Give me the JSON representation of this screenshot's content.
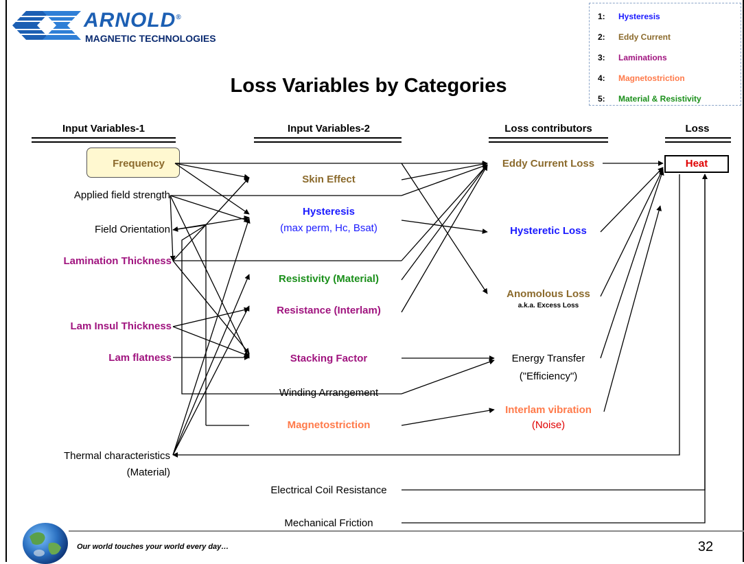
{
  "logo": {
    "name": "ARNOLD",
    "registered": "®",
    "subtitle": "MAGNETIC TECHNOLOGIES"
  },
  "title": "Loss Variables by Categories",
  "legend": [
    {
      "num": "1:",
      "label": "Hysteresis",
      "color": "#1a1aff"
    },
    {
      "num": "2:",
      "label": "Eddy Current",
      "color": "#8b6a2c"
    },
    {
      "num": "3:",
      "label": "Laminations",
      "color": "#a0147f"
    },
    {
      "num": "4:",
      "label": "Magnetostriction",
      "color": "#ff7a4a"
    },
    {
      "num": "5:",
      "label": "Material & Resistivity",
      "color": "#1a8f1a"
    }
  ],
  "headers": {
    "input1": "Input Variables-1",
    "input2": "Input Variables-2",
    "contributors": "Loss contributors",
    "loss": "Loss"
  },
  "input1": {
    "frequency": "Frequency",
    "applied_field": "Applied field strength",
    "field_orientation": "Field Orientation",
    "lamination_thickness": "Lamination Thickness",
    "lam_insul_thickness": "Lam Insul Thickness",
    "lam_flatness": "Lam flatness",
    "thermal_line1": "Thermal characteristics",
    "thermal_line2": "(Material)"
  },
  "input2": {
    "skin_effect": "Skin Effect",
    "hysteresis": "Hysteresis",
    "hysteresis_sub": "(max perm, Hc, Bsat)",
    "resistivity": "Resistivity (Material)",
    "resistance": "Resistance (Interlam)",
    "stacking_factor": "Stacking Factor",
    "winding_arrangement": "Winding Arrangement",
    "magnetostriction": "Magnetostriction",
    "electrical_coil": "Electrical Coil Resistance",
    "mechanical_friction": "Mechanical Friction"
  },
  "contributors": {
    "eddy_current_loss": "Eddy Current Loss",
    "hysteretic_loss": "Hysteretic Loss",
    "anomolous_loss": "Anomolous Loss",
    "anomolous_sub": "a.k.a. Excess Loss",
    "energy_transfer": "Energy Transfer",
    "efficiency": "(\"Efficiency\")",
    "interlam_vibration": "Interlam vibration",
    "noise": "(Noise)"
  },
  "loss": {
    "heat": "Heat"
  },
  "footer": {
    "tagline": "Our world touches your world every day…",
    "page": "32"
  },
  "colors": {
    "hysteresis": "#1a1aff",
    "eddy": "#8b6a2c",
    "laminations": "#a0147f",
    "magnetostriction": "#ff7a4a",
    "material": "#1a8f1a",
    "heat": "#e00000",
    "noise": "#e00000",
    "logo_blue": "#1c5fb3"
  }
}
